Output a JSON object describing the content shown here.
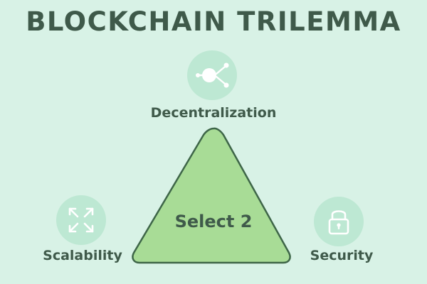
{
  "diagram": {
    "title": "BLOCKCHAIN TRILEMMA",
    "center_label": "Select 2",
    "nodes": [
      {
        "label": "Decentralization",
        "icon": "network-nodes-icon"
      },
      {
        "label": "Scalability",
        "icon": "expand-arrows-icon"
      },
      {
        "label": "Security",
        "icon": "padlock-icon"
      }
    ]
  },
  "colors": {
    "background": "#d8f2e6",
    "text": "#3f5a4a",
    "triangle_fill": "#a8dc96",
    "triangle_stroke": "#3e6648",
    "icon_circle": "#bde8d3",
    "icon_stroke": "#ffffff"
  }
}
